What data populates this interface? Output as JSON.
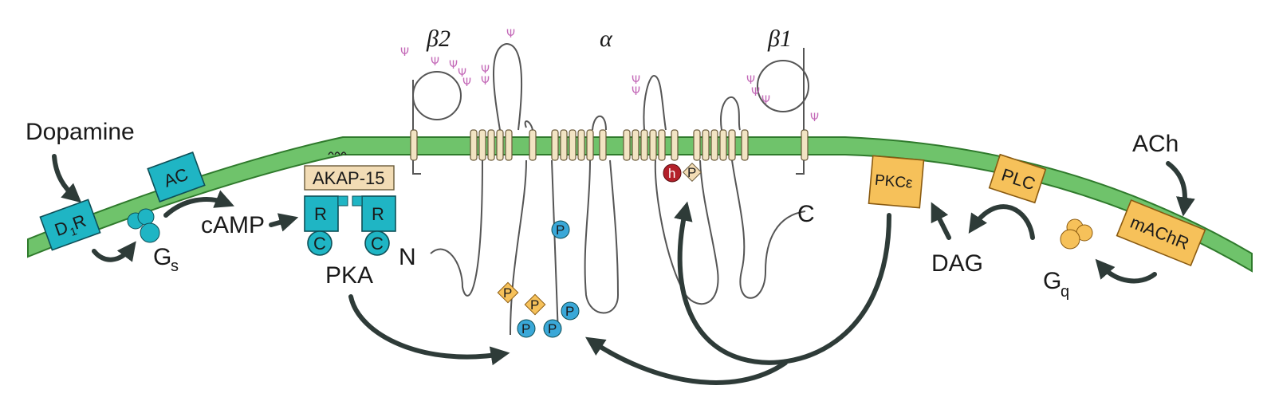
{
  "labels": {
    "dopamine": "Dopamine",
    "d1r_main": "D",
    "d1r_sub": "1",
    "d1r_tail": "R",
    "ac": "AC",
    "camp": "cAMP",
    "gs_main": "G",
    "gs_sub": "s",
    "akap": "AKAP-15",
    "r": "R",
    "c": "C",
    "pka": "PKA",
    "n_term": "N",
    "c_term": "C",
    "beta2": "β2",
    "alpha": "α",
    "beta1": "β1",
    "p": "P",
    "h": "h",
    "pkc": "PKCε",
    "plc": "PLC",
    "dag": "DAG",
    "gq_main": "G",
    "gq_sub": "q",
    "ach": "ACh",
    "machr": "mAChR",
    "glyco": "Ψ"
  },
  "colors": {
    "membrane": "#6fc36b",
    "membrane_edge": "#2f7a2c",
    "cyan": "#1fb5c4",
    "cyan_dark": "#0e8b99",
    "orange": "#f6c15a",
    "orange_dark": "#c88a1e",
    "akap": "#f2dcb5",
    "red": "#b3202a",
    "helix": "#f2e4c3",
    "arrow": "#2e3b38"
  }
}
